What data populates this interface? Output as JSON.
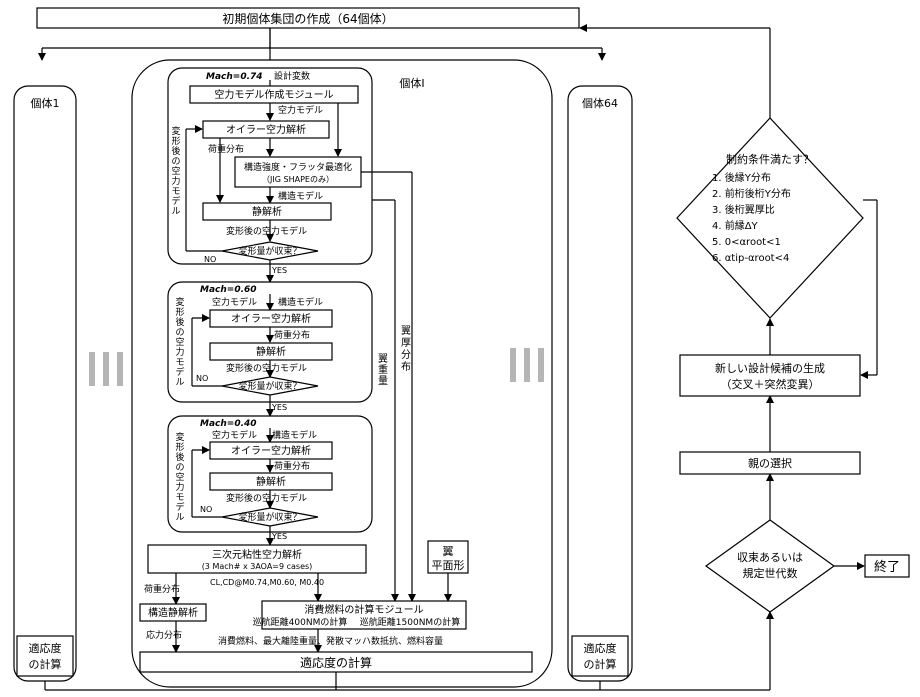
{
  "top": {
    "title": "初期個体集団の作成（64個体）"
  },
  "individual1": {
    "title": "個体1",
    "fitness1": "適応度",
    "fitness2": "の計算"
  },
  "individual64": {
    "title": "個体64",
    "fitness1": "適応度",
    "fitness2": "の計算"
  },
  "individualI": {
    "title": "個体I"
  },
  "stage1": {
    "mach": "Mach=0.74",
    "design_vars": "設計変数",
    "aero_model_module": "空力モデル作成モジュール",
    "aero_model": "空力モデル",
    "euler": "オイラー空力解析",
    "load_dist": "荷重分布",
    "struct_opt1": "構造強度・フラッタ最適化",
    "struct_opt2": "（JIG SHAPEのみ）",
    "struct_model": "構造モデル",
    "static": "静解析",
    "deformed_model": "変形後の空力モデル",
    "converge": "変形量が収束？",
    "side_label": [
      "変",
      "形",
      "後",
      "の",
      "空",
      "力",
      "モ",
      "デ",
      "ル"
    ],
    "no": "NO",
    "yes": "YES"
  },
  "stage2": {
    "mach": "Mach=0.60",
    "aero_model": "空力モデル",
    "struct_model": "構造モデル",
    "euler": "オイラー空力解析",
    "load_dist": "荷重分布",
    "static": "静解析",
    "deformed_model": "変形後の空力モデル",
    "converge": "変形量が収束？",
    "side_label": [
      "変",
      "形",
      "後",
      "の",
      "空",
      "力",
      "モ",
      "デ",
      "ル"
    ],
    "no": "NO",
    "yes": "YES"
  },
  "stage3": {
    "mach": "Mach=0.40",
    "aero_model": "空力モデル",
    "struct_model": "構造モデル",
    "euler": "オイラー空力解析",
    "load_dist": "荷重分布",
    "static": "静解析",
    "deformed_model": "変形後の空力モデル",
    "converge": "変形量が収束？",
    "side_label": [
      "変",
      "形",
      "後",
      "の",
      "空",
      "力",
      "モ",
      "デ",
      "ル"
    ],
    "no": "NO",
    "yes": "YES"
  },
  "lower": {
    "viscous1": "三次元粘性空力解析",
    "viscous2": "(3 Mach# x 3AOA=9 cases)",
    "cl_cd": "CL,CD@M0.74,M0.60, M0.40",
    "load_dist": "荷重分布",
    "struct_static": "構造静解析",
    "stress_dist": "応力分布",
    "fuel1": "消費燃料の計算モジュール",
    "fuel2a": "巡航距離400NMの計算",
    "fuel2b": "巡航距離1500NMの計算",
    "outputs": "消費燃料、最大離陸重量、発散マッハ数抵抗、燃料容量",
    "fitness": "適応度の計算",
    "wing_plan1": "翼",
    "wing_plan2": "平面形",
    "wing_weight": [
      "翼",
      "重",
      "量"
    ],
    "wing_thick": [
      "翼",
      "厚",
      "分",
      "布"
    ]
  },
  "right": {
    "constraint_title": "制約条件満たす？",
    "c1": "1. 後縁Y分布",
    "c2": "2. 前桁後桁Y分布",
    "c3": "3. 後桁翼厚比",
    "c4": "4. 前縁ΔY",
    "c5": "5. 0<αroot<1",
    "c6": "6. αtip-αroot<4",
    "new_candidates1": "新しい設計候補の生成",
    "new_candidates2": "（交叉＋突然変異）",
    "parent": "親の選択",
    "converge1": "収束あるいは",
    "converge2": "規定世代数",
    "end": "終了"
  },
  "colors": {
    "ghost_bars": "#b5b5b5",
    "stroke": "#000000"
  }
}
